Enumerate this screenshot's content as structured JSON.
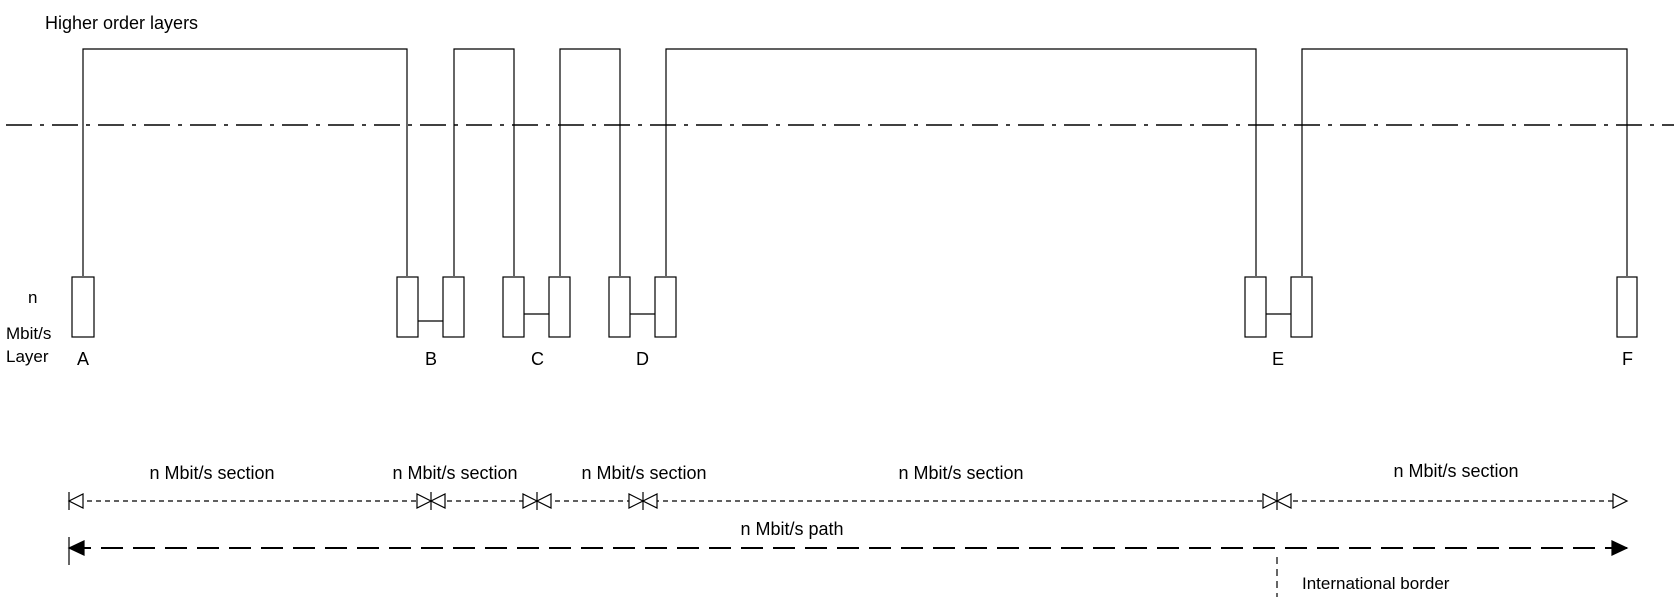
{
  "labels": {
    "higher_order_layers": "Higher order layers",
    "layer_n": "n",
    "layer_mbits": "Mbit/s",
    "layer_word": "Layer",
    "international_border": "International border",
    "path": "n Mbit/s path"
  },
  "nodes": [
    "A",
    "B",
    "C",
    "D",
    "E",
    "F"
  ],
  "sections": [
    "n Mbit/s section",
    "n Mbit/s section",
    "n Mbit/s section",
    "n Mbit/s section",
    "n Mbit/s section"
  ]
}
